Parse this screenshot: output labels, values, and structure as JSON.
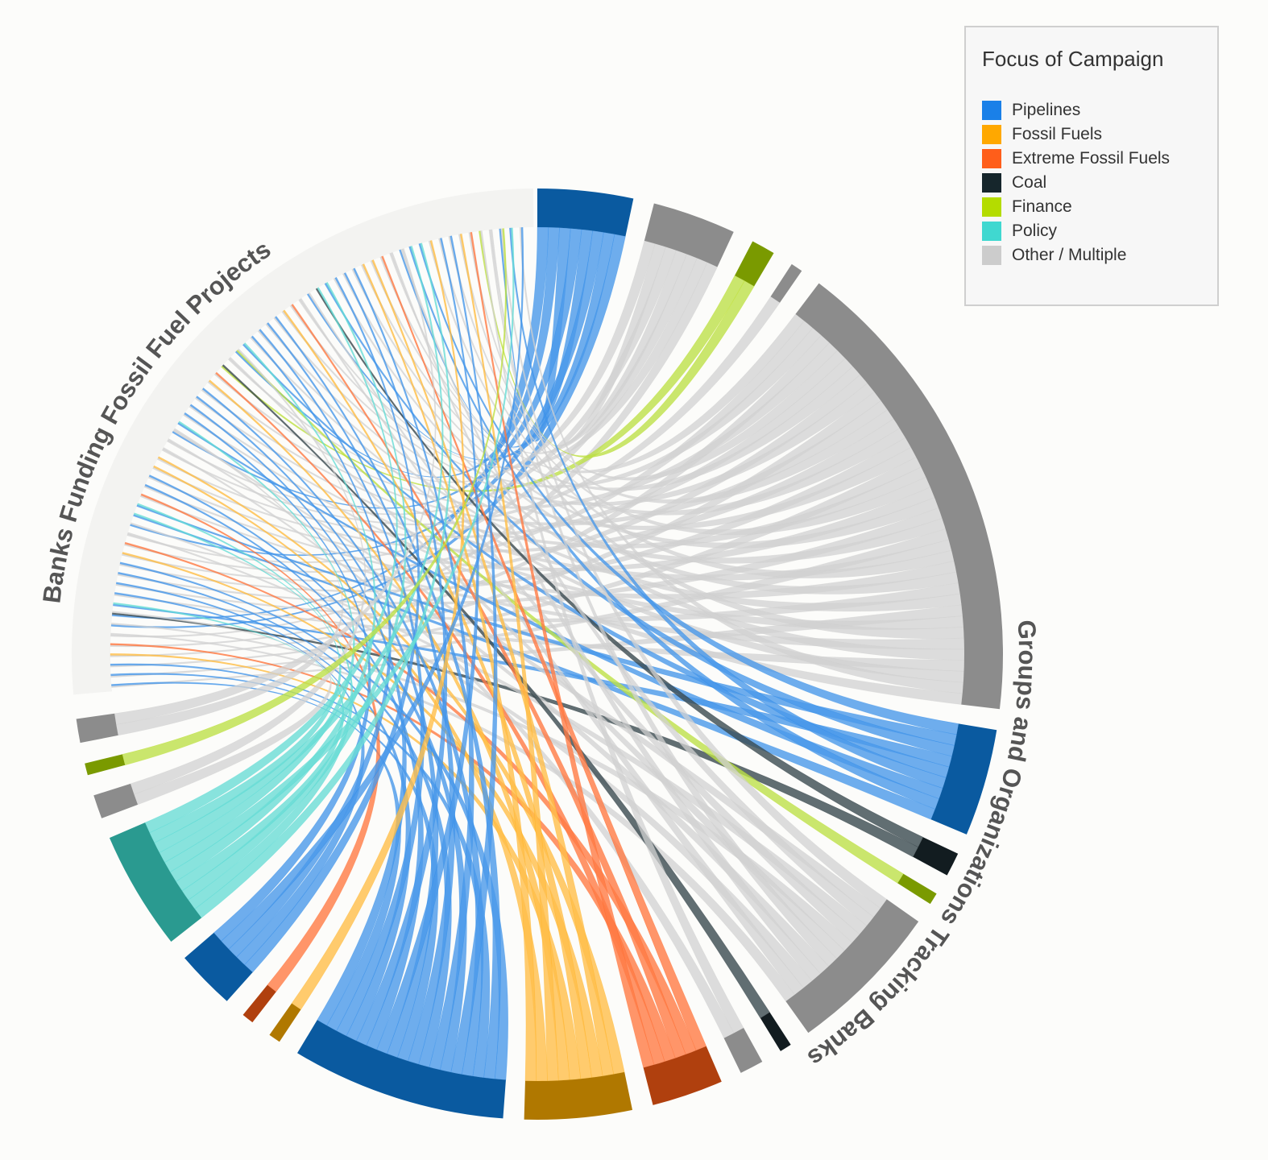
{
  "chart_data": {
    "type": "chord",
    "title": "",
    "legend": {
      "title": "Focus of Campaign",
      "placement": "top-right",
      "entries": [
        "Pipelines",
        "Fossil Fuels",
        "Extreme Fossil Fuels",
        "Coal",
        "Finance",
        "Policy",
        "Other / Multiple"
      ]
    },
    "labels": {
      "banks": "Banks Funding Fossil Fuel Projects",
      "groups": "Groups and Organizations Tracking Banks"
    },
    "colors": {
      "Pipelines": {
        "base": "#1a80e8",
        "ribbon": "#4a98ea",
        "arc": "#0a5aa0"
      },
      "Fossil Fuels": {
        "base": "#ffa800",
        "ribbon": "#ffbe4a",
        "arc": "#b07800"
      },
      "Extreme Fossil Fuels": {
        "base": "#ff5e1a",
        "ribbon": "#ff7a45",
        "arc": "#b0400e"
      },
      "Coal": {
        "base": "#16262c",
        "ribbon": "#3a4a50",
        "arc": "#121c20"
      },
      "Finance": {
        "base": "#b4dc00",
        "ribbon": "#bde04a",
        "arc": "#7a9a00"
      },
      "Policy": {
        "base": "#40d8d0",
        "ribbon": "#6adcd6",
        "arc": "#2a9a90"
      },
      "Other / Multiple": {
        "base": "#cccccc",
        "ribbon": "#d2d2d2",
        "arc": "#8c8c8c"
      }
    },
    "groups": [
      {
        "category": "Pipelines",
        "links": 8
      },
      {
        "category": "Other / Multiple",
        "links": 7
      },
      {
        "category": "Finance",
        "links": 2
      },
      {
        "category": "Other / Multiple",
        "links": 1
      },
      {
        "category": "Other / Multiple",
        "links": 40
      },
      {
        "category": "Pipelines",
        "links": 9
      },
      {
        "category": "Coal",
        "links": 2
      },
      {
        "category": "Finance",
        "links": 1
      },
      {
        "category": "Other / Multiple",
        "links": 13
      },
      {
        "category": "Coal",
        "links": 1
      },
      {
        "category": "Other / Multiple",
        "links": 2
      },
      {
        "category": "Extreme Fossil Fuels",
        "links": 6
      },
      {
        "category": "Fossil Fuels",
        "links": 9
      },
      {
        "category": "Pipelines",
        "links": 18
      },
      {
        "category": "Fossil Fuels",
        "links": 1
      },
      {
        "category": "Extreme Fossil Fuels",
        "links": 1
      },
      {
        "category": "Pipelines",
        "links": 5
      },
      {
        "category": "Policy",
        "links": 10
      },
      {
        "category": "Other / Multiple",
        "links": 2
      },
      {
        "category": "Finance",
        "links": 1
      },
      {
        "category": "Other / Multiple",
        "links": 2
      }
    ],
    "bank_count": 68
  }
}
